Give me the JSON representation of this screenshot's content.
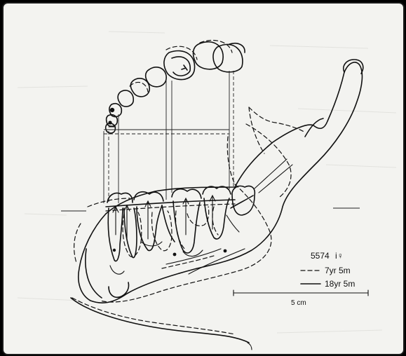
{
  "figure": {
    "specimen_id": "5574",
    "specimen_sex": "i♀",
    "legend": [
      {
        "style": "dashed",
        "label": "7yr 5m"
      },
      {
        "style": "solid",
        "label": "18yr 5m"
      }
    ],
    "scale_bar": {
      "label": "5 cm"
    }
  }
}
